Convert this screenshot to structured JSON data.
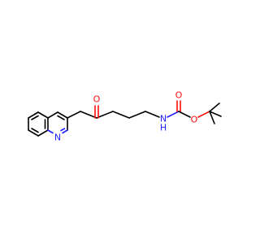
{
  "molecule": {
    "atoms": {
      "o_ketone": "O",
      "n_quinoline": "N",
      "n_carbamate": "N",
      "h_carbamate": "H",
      "o_carbonyl": "O",
      "o_ester": "O"
    }
  },
  "colors": {
    "bond": "#000000",
    "nitrogen": "#2020ff",
    "oxygen": "#ff0d0d",
    "background": "#ffffff"
  }
}
